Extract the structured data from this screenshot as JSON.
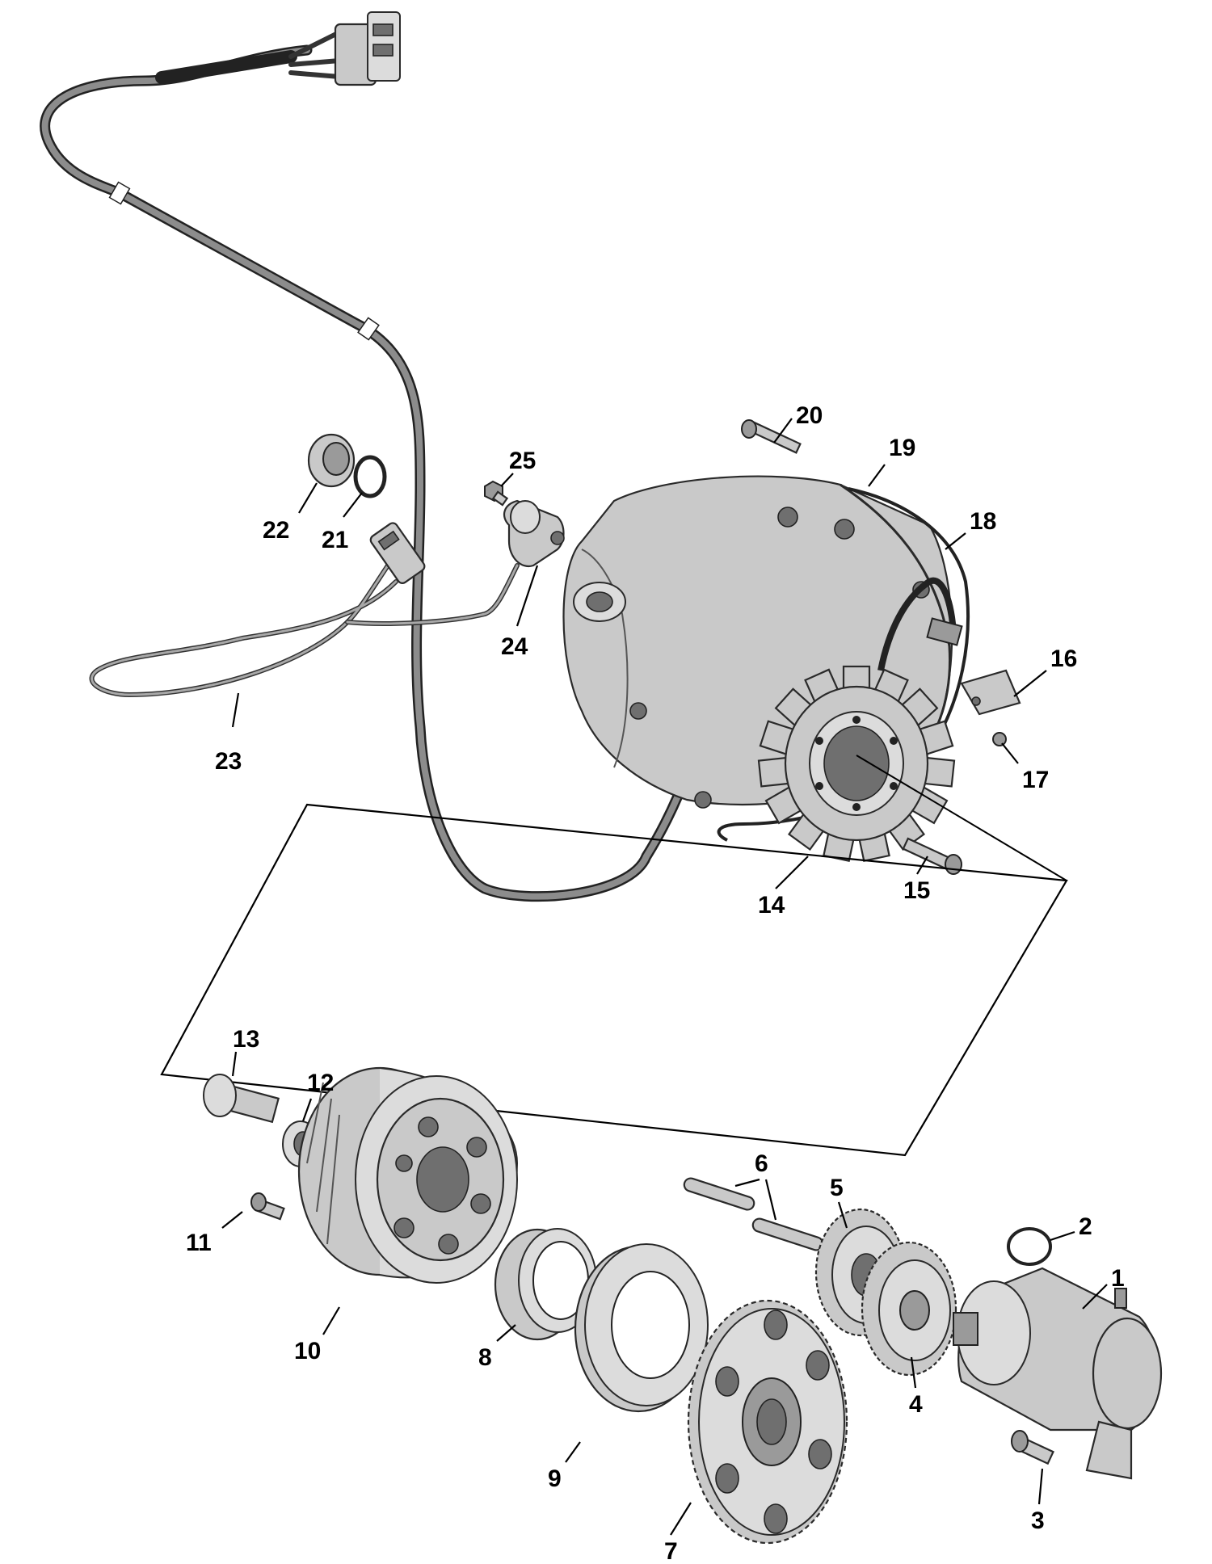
{
  "callouts": [
    {
      "number": "1"
    },
    {
      "number": "2"
    },
    {
      "number": "3"
    },
    {
      "number": "4"
    },
    {
      "number": "5"
    },
    {
      "number": "6"
    },
    {
      "number": "7"
    },
    {
      "number": "8"
    },
    {
      "number": "9"
    },
    {
      "number": "10"
    },
    {
      "number": "11"
    },
    {
      "number": "12"
    },
    {
      "number": "13"
    },
    {
      "number": "14"
    },
    {
      "number": "15"
    },
    {
      "number": "16"
    },
    {
      "number": "17"
    },
    {
      "number": "18"
    },
    {
      "number": "19"
    },
    {
      "number": "20"
    },
    {
      "number": "21"
    },
    {
      "number": "22"
    },
    {
      "number": "23"
    },
    {
      "number": "24"
    },
    {
      "number": "25"
    }
  ],
  "colors": {
    "part_fill": "#c9c9c9",
    "outline": "#2a2a2a",
    "text": "#000000",
    "background": "#ffffff"
  }
}
